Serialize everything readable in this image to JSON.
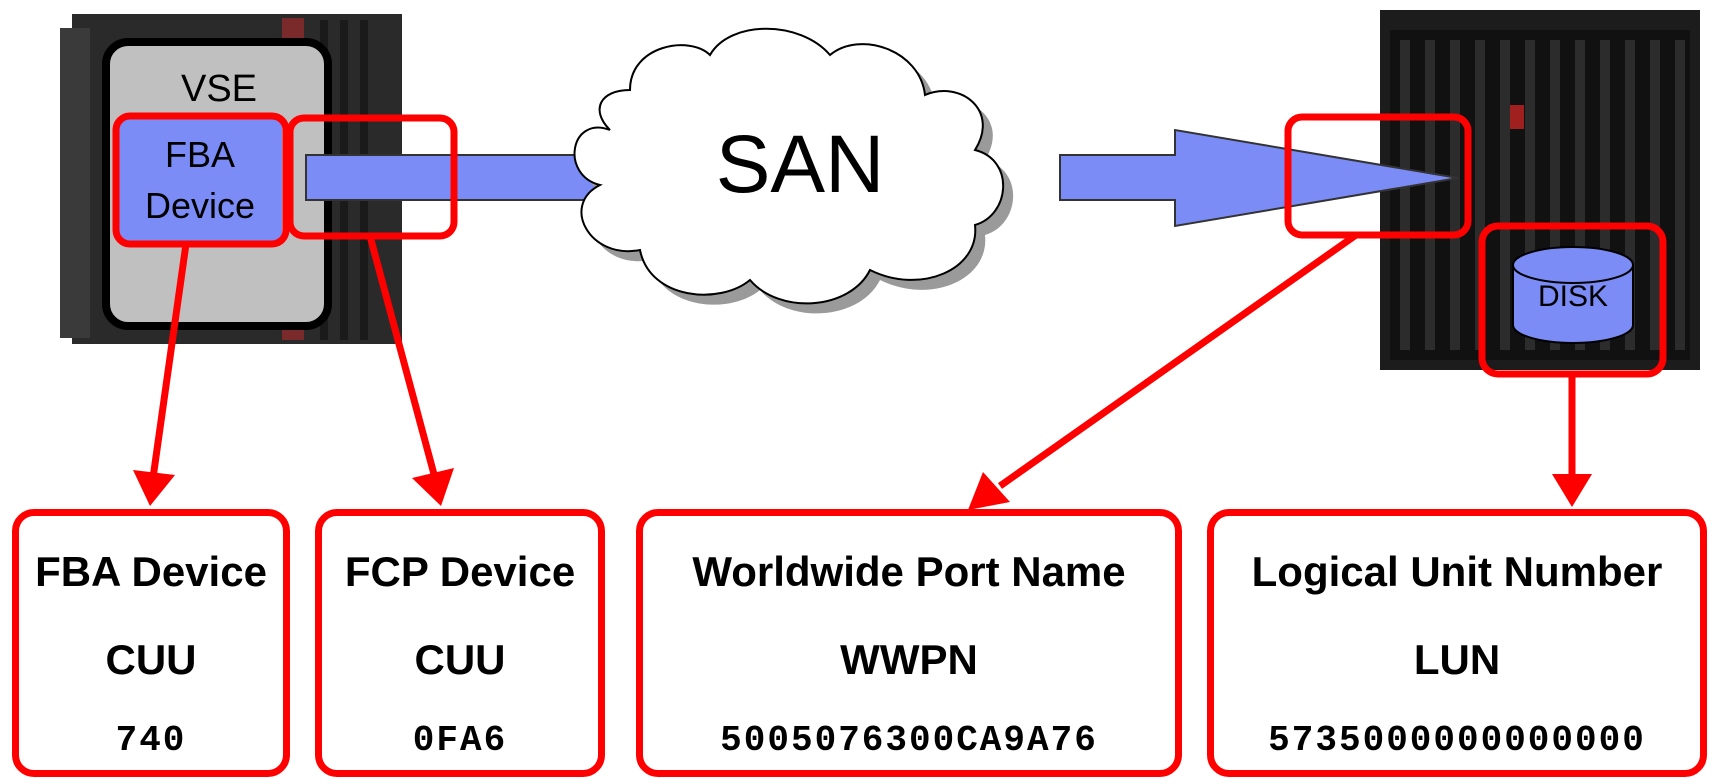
{
  "vse": {
    "label": "VSE"
  },
  "fba_device": {
    "line1": "FBA",
    "line2": "Device"
  },
  "san": {
    "label": "SAN"
  },
  "disk": {
    "label": "DISK"
  },
  "boxes": [
    {
      "title": "FBA Device",
      "abbr": "CUU",
      "value": "740"
    },
    {
      "title": "FCP Device",
      "abbr": "CUU",
      "value": "0FA6"
    },
    {
      "title": "Worldwide Port Name",
      "abbr": "WWPN",
      "value": "5005076300CA9A76"
    },
    {
      "title": "Logical Unit Number",
      "abbr": "LUN",
      "value": "5735000000000000"
    }
  ],
  "colors": {
    "highlight": "#ff0000",
    "flow": "#7b8cf7",
    "server_gray": "#c0c0c0",
    "storage_dark": "#1c1c1c"
  }
}
